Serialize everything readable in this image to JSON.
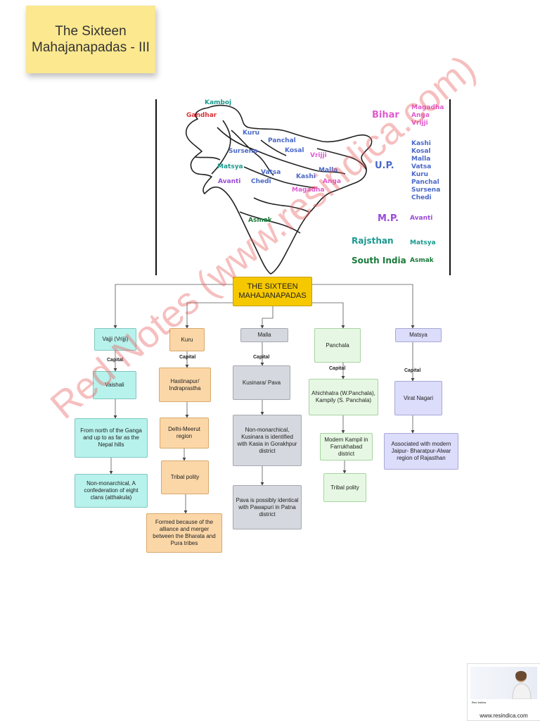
{
  "title": {
    "line1": "The Sixteen",
    "line2": "Mahajanapadas - III"
  },
  "map": {
    "places": [
      {
        "id": "kamboj",
        "text": "Kamboj",
        "color": "#1a9a8e"
      },
      {
        "id": "gandhar",
        "text": "Gandhar",
        "color": "#d8343a"
      },
      {
        "id": "kuru",
        "text": "Kuru",
        "color": "#4a68c8"
      },
      {
        "id": "panchal",
        "text": "Panchal",
        "color": "#4a68c8"
      },
      {
        "id": "kosal",
        "text": "Kosal",
        "color": "#4a68c8"
      },
      {
        "id": "vrijji",
        "text": "Vrijji",
        "color": "#e05ad0"
      },
      {
        "id": "sursena",
        "text": "Sursena",
        "color": "#4a68c8"
      },
      {
        "id": "matsya",
        "text": "Matsya",
        "color": "#1a9a8e"
      },
      {
        "id": "vatsa",
        "text": "Vatsa",
        "color": "#4a68c8"
      },
      {
        "id": "kashi",
        "text": "Kashi",
        "color": "#4a68c8"
      },
      {
        "id": "malla",
        "text": "Malla",
        "color": "#4a68c8"
      },
      {
        "id": "avanti",
        "text": "Avanti",
        "color": "#9a4ad8"
      },
      {
        "id": "chedi",
        "text": "Chedi",
        "color": "#4a68c8"
      },
      {
        "id": "anga",
        "text": "Anga",
        "color": "#e05ad0"
      },
      {
        "id": "magadha",
        "text": "Magadha",
        "color": "#e05ad0"
      },
      {
        "id": "asmak",
        "text": "Asmak",
        "color": "#1a7a3a"
      }
    ],
    "legend": [
      {
        "region": "Bihar",
        "color": "#e05ad0",
        "items": [
          "Magadha",
          "Anga",
          "Vrijji"
        ]
      },
      {
        "region": "U.P.",
        "color": "#4a68c8",
        "items": [
          "Kashi",
          "Kosal",
          "Malla",
          "Vatsa",
          "Kuru",
          "Panchal",
          "Sursena",
          "Chedi"
        ]
      },
      {
        "region": "M.P.",
        "color": "#9a4ad8",
        "items": [
          "Avanti"
        ]
      },
      {
        "region": "Rajsthan",
        "color": "#1a9a8e",
        "items": [
          "Matsya"
        ]
      },
      {
        "region": "South India",
        "color": "#1a7a3a",
        "items": [
          "Asmak"
        ]
      }
    ]
  },
  "tree": {
    "root": "THE SIXTEEN MAHAJANAPADAS",
    "capital_label": "Capital",
    "branches": [
      {
        "name": "Vajji (Vrijji)",
        "capital": "Vaishali",
        "notes": [
          "From north of the Ganga and up to as far as the Nepal hills",
          "Non-monarchical, A confederation of eight clans (atthakula)"
        ]
      },
      {
        "name": "Kuru",
        "capital": "Hastinapur/ Indraprastha",
        "notes": [
          "Delhi-Meerut region",
          "Tribal polity",
          "Formed because of the alliance and merger between the Bharata and  Pura tribes"
        ]
      },
      {
        "name": "Malla",
        "capital": "Kusinara/ Pava",
        "notes": [
          "Non-monarchical, Kusinara is identified with Kasia in Gorakhpur  district",
          "Pava is possibly identical with Pawapuri in Patna district"
        ]
      },
      {
        "name": "Panchala",
        "capital": "Ahichhatra (W.Panchala), Kampily (S. Panchala)",
        "notes": [
          "Modern Kampil in Farrukhabad district",
          "Tribal polity"
        ]
      },
      {
        "name": "Matsya",
        "capital": "Virat Nagari",
        "notes": [
          "Associated with modern Jaipur- Bharatpur-Alwar region of  Rajasthan"
        ]
      }
    ]
  },
  "watermark": "Red Notes (www.resindica.com)",
  "promo": {
    "url": "www.resindica.com",
    "brand": "Res Indica"
  }
}
